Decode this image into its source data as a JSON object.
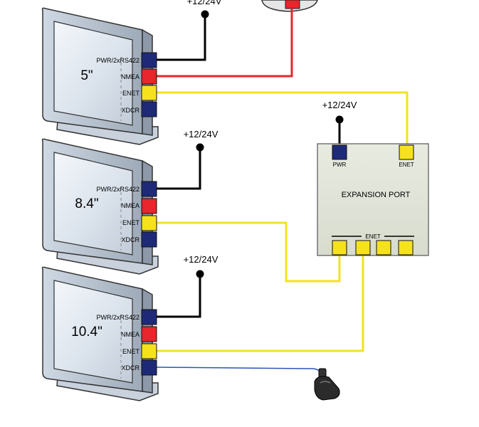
{
  "power": {
    "label": "+12/24V"
  },
  "port_labels": {
    "pwr": "PWR/2xRS422",
    "nmea": "NMEA",
    "enet": "ENET",
    "xdcr": "XDCR"
  },
  "displays": [
    {
      "size": "5\""
    },
    {
      "size": "8.4\""
    },
    {
      "size": "10.4\""
    }
  ],
  "expansion": {
    "title": "EXPANSION PORT",
    "pwr_label": "PWR",
    "enet_label": "ENET",
    "enet_group_label": "ENET"
  },
  "colors": {
    "power_wire": "#000000",
    "nmea_wire": "#e8262b",
    "enet_wire": "#f2e220",
    "xdcr_wire": "#2a55b8",
    "pwr_port": "#1e2a78",
    "nmea_port": "#e8262b",
    "enet_port": "#f5e21d",
    "xdcr_port": "#1e2a78"
  }
}
